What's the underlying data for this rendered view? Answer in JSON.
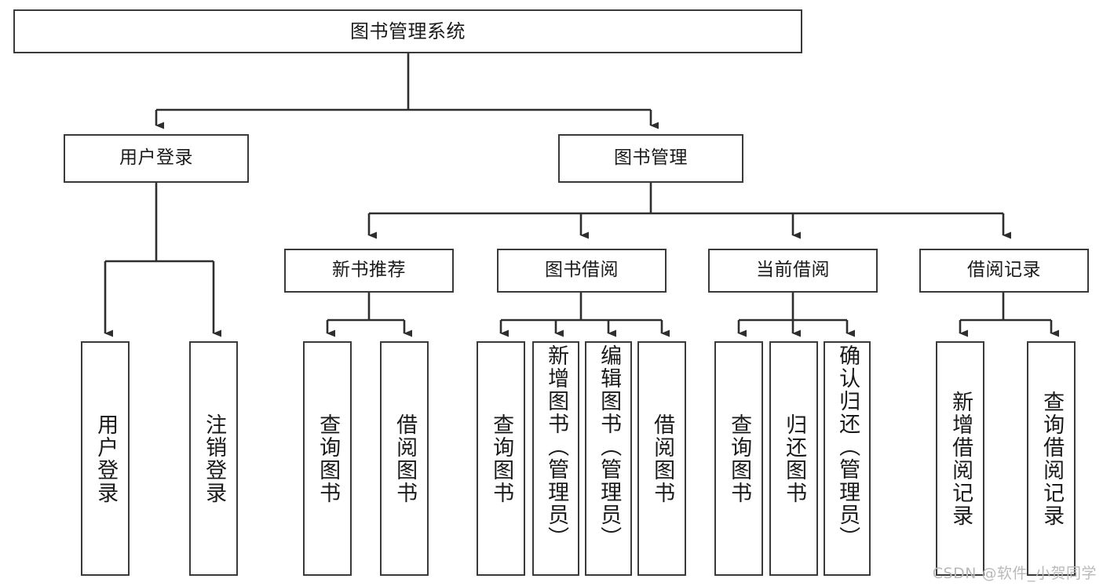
{
  "diagram": {
    "title": "图书管理系统",
    "type": "tree",
    "watermark": "CSDN @软件_小贺同学",
    "colors": {
      "stroke": "#3a3a3a",
      "fill": "#ffffff",
      "text": "#1a1a1a",
      "watermark": "#b9b9b9"
    },
    "nodes": {
      "root": {
        "label": "图书管理系统"
      },
      "level2": [
        {
          "label": "用户登录"
        },
        {
          "label": "图书管理"
        }
      ],
      "level3": [
        {
          "label": "新书推荐"
        },
        {
          "label": "图书借阅"
        },
        {
          "label": "当前借阅"
        },
        {
          "label": "借阅记录"
        }
      ],
      "leaves": {
        "user_login": [
          {
            "label": "用户登录"
          },
          {
            "label": "注销登录"
          }
        ],
        "new_book": [
          {
            "label": "查询图书"
          },
          {
            "label": "借阅图书"
          }
        ],
        "book_borrow": [
          {
            "label": "查询图书"
          },
          {
            "label": "新增图书（管理员）"
          },
          {
            "label": "编辑图书（管理员）"
          },
          {
            "label": "借阅图书"
          }
        ],
        "current_borrow": [
          {
            "label": "查询图书"
          },
          {
            "label": "归还图书"
          },
          {
            "label": "确认归还（管理员）"
          }
        ],
        "borrow_record": [
          {
            "label": "新增借阅记录"
          },
          {
            "label": "查询借阅记录"
          }
        ]
      }
    }
  }
}
